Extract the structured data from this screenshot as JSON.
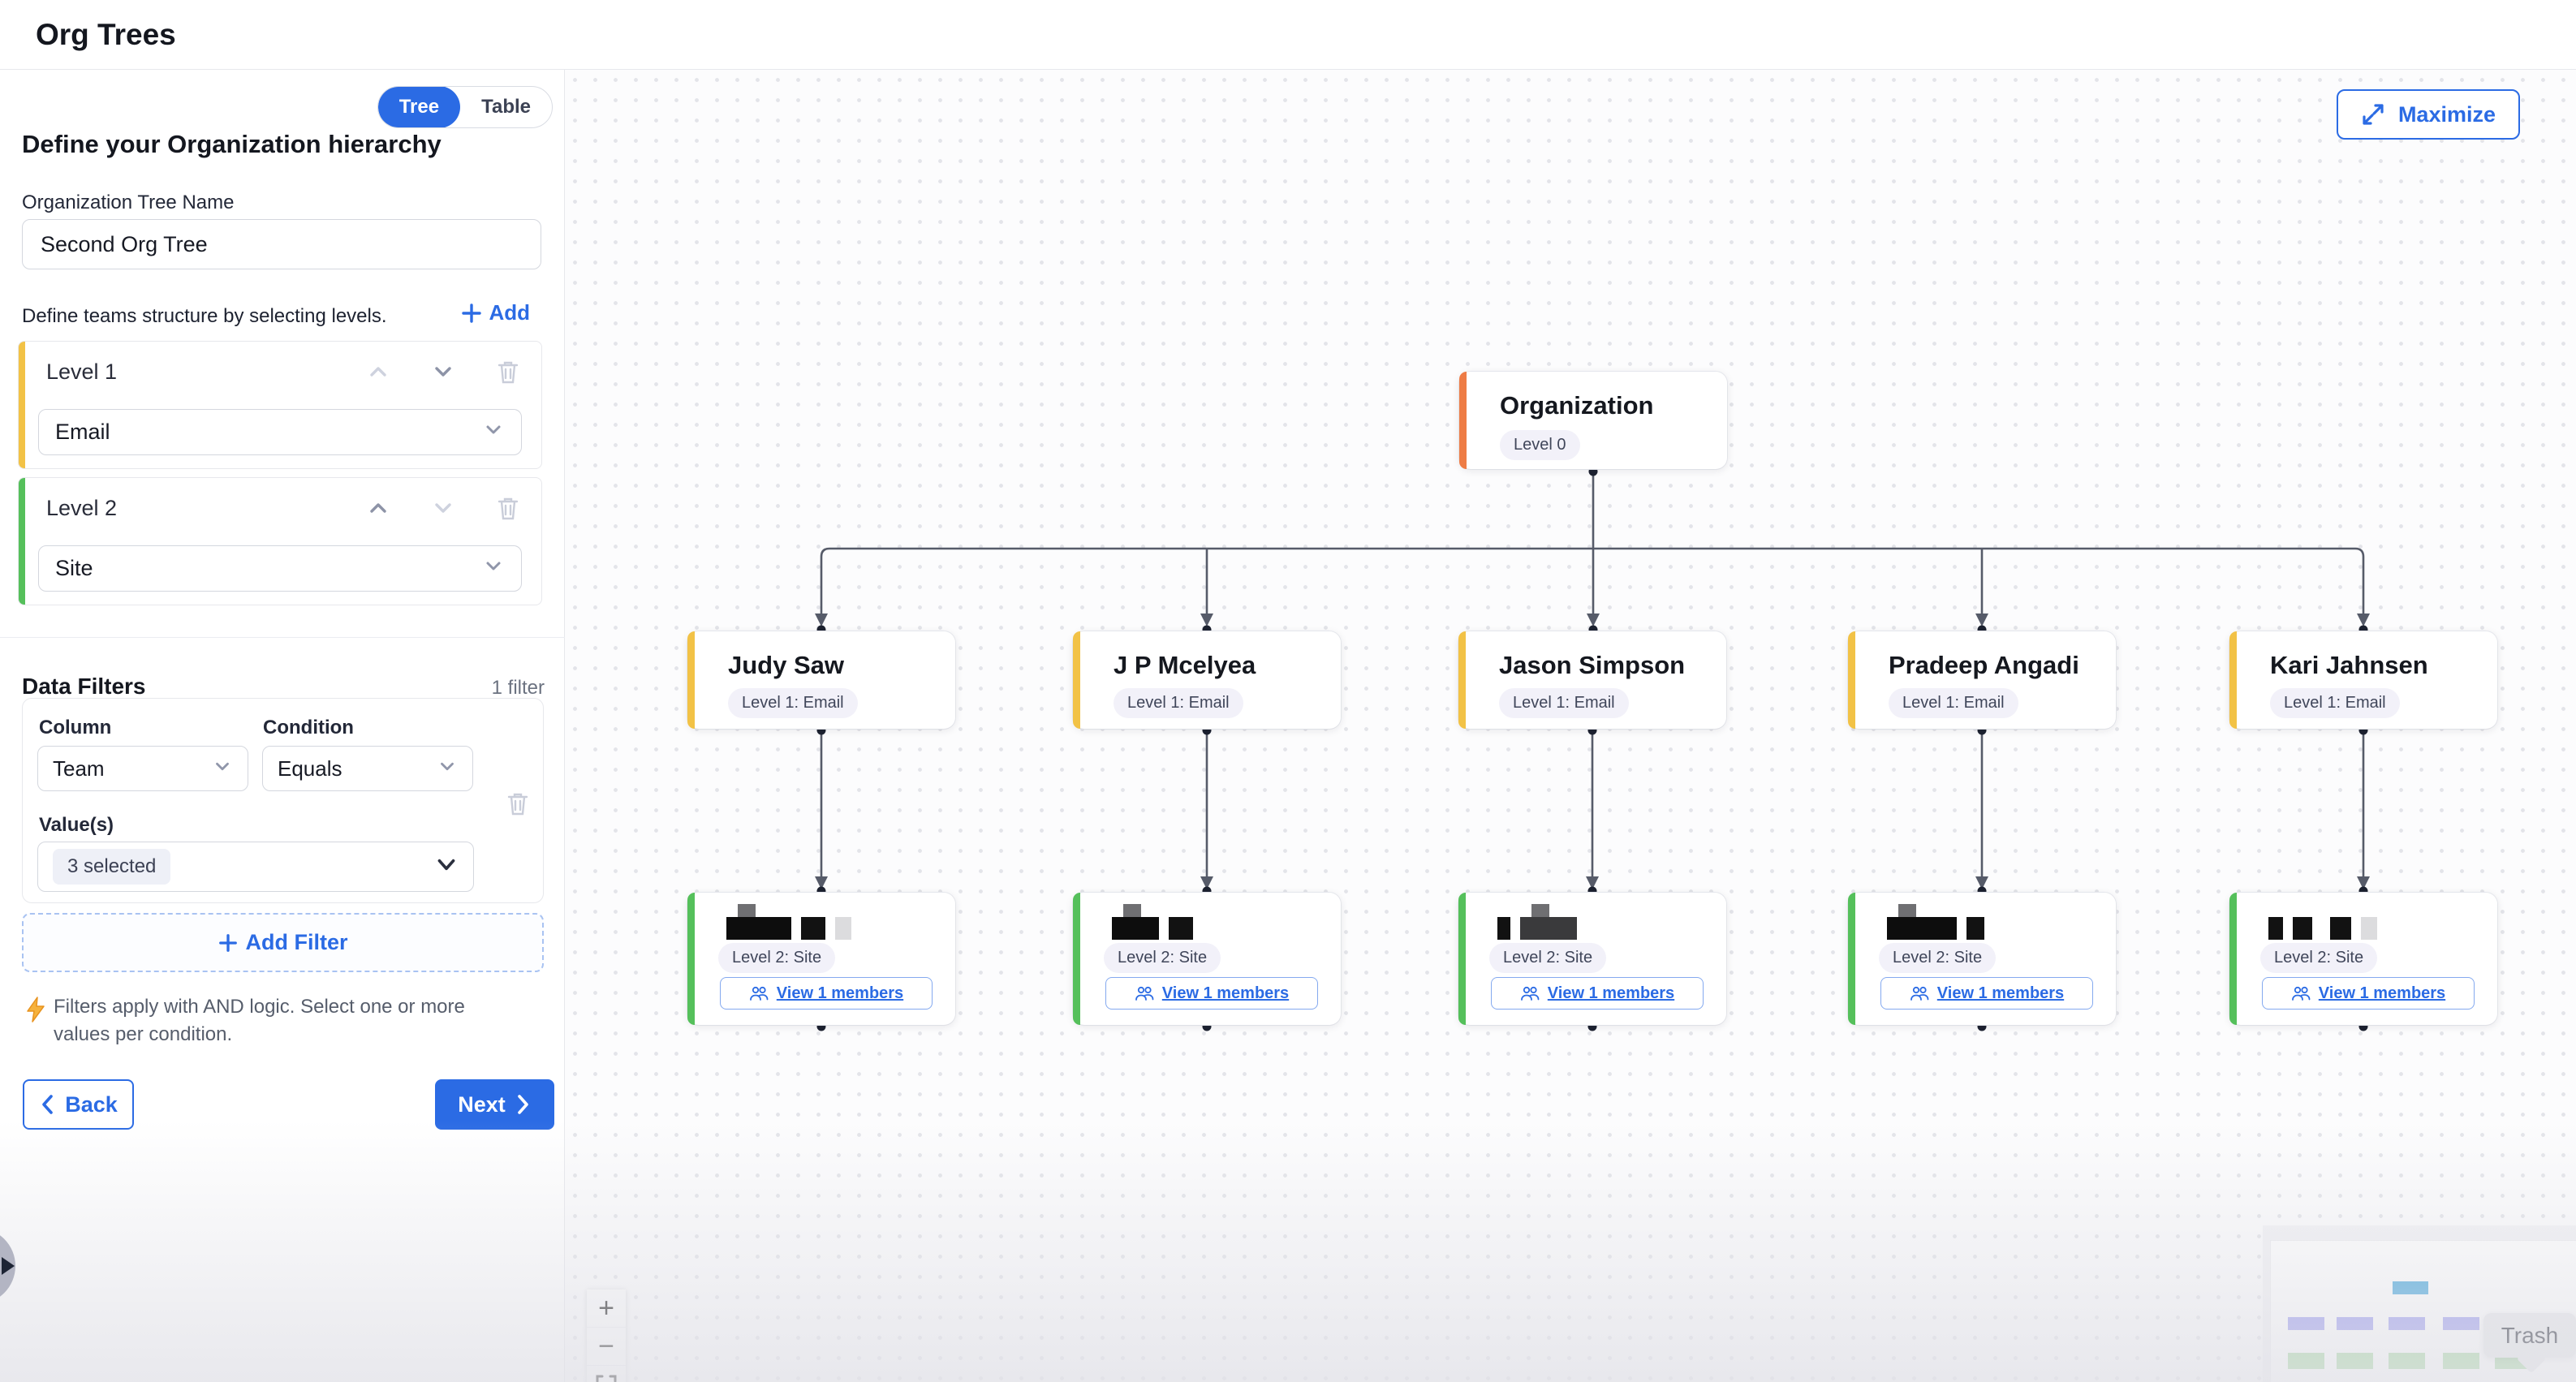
{
  "header": {
    "title": "Org Trees"
  },
  "sidebar": {
    "view_toggle": {
      "options": [
        "Tree",
        "Table"
      ],
      "selected": "Tree"
    },
    "heading": "Define your Organization hierarchy",
    "tree_name": {
      "label": "Organization Tree Name",
      "value": "Second Org Tree"
    },
    "levels_section": {
      "description": "Define teams structure by selecting levels.",
      "add_label": "Add"
    },
    "levels": [
      {
        "label": "Level 1",
        "value": "Email",
        "accent_color": "#f2c246"
      },
      {
        "label": "Level 2",
        "value": "Site",
        "accent_color": "#55c05b"
      }
    ],
    "data_filters": {
      "title": "Data Filters",
      "count_label": "1 filter",
      "filters": [
        {
          "column_label": "Column",
          "column_value": "Team",
          "condition_label": "Condition",
          "condition_value": "Equals",
          "values_label": "Value(s)",
          "values_value": "3 selected"
        }
      ],
      "add_filter_label": "Add Filter",
      "note": "Filters apply with AND logic. Select one or more values per condition."
    },
    "back_label": "Back",
    "next_label": "Next"
  },
  "canvas": {
    "maximize_label": "Maximize",
    "zoom_in_label": "+",
    "zoom_out_label": "−",
    "trash_tooltip": "Trash",
    "tree": {
      "root": {
        "title": "Organization",
        "badge": "Level 0",
        "accent_color": "#ee7c45"
      },
      "level1_badge": "Level 1: Email",
      "level2_badge": "Level 2: Site",
      "view_members_label": "View 1 members",
      "children": [
        "Judy Saw",
        "J P Mcelyea",
        "Jason Simpson",
        "Pradeep Angadi",
        "Kari Jahnsen"
      ],
      "level1_accent_color": "#f2c246",
      "level2_accent_color": "#55c05b"
    }
  }
}
